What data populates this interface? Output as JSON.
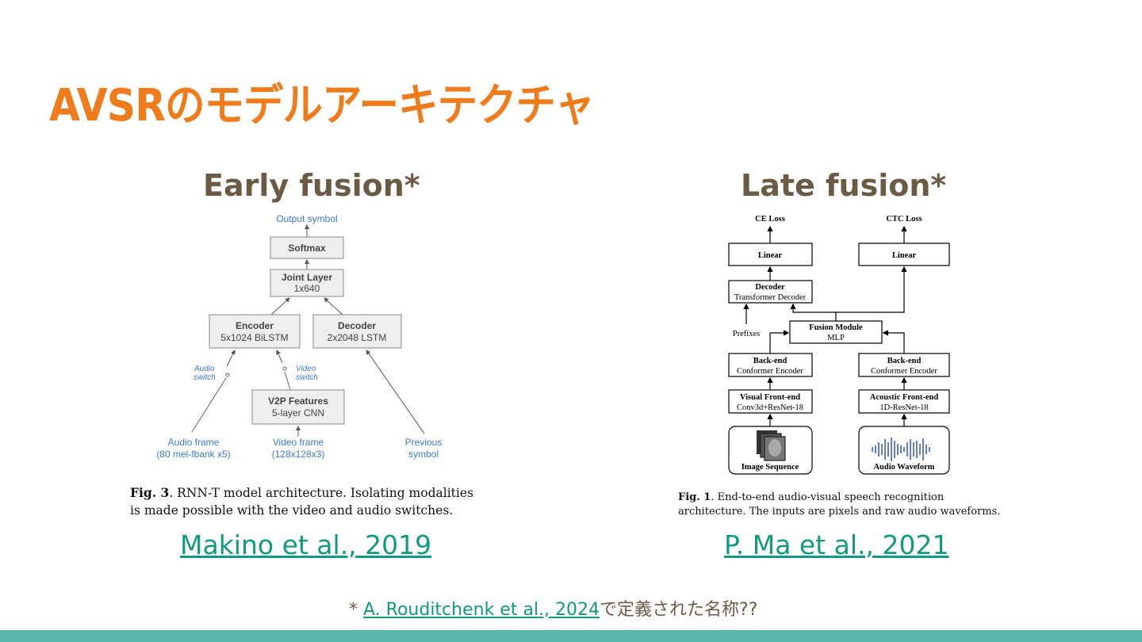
{
  "title": "AVSRのモデルアーキテクチャ",
  "early": {
    "heading": "Early fusion*",
    "diagram": {
      "output": "Output symbol",
      "softmax": "Softmax",
      "joint_title": "Joint Layer",
      "joint_sub": "1x640",
      "encoder_title": "Encoder",
      "encoder_sub": "5x1024 BiLSTM",
      "decoder_title": "Decoder",
      "decoder_sub": "2x2048 LSTM",
      "v2p_title": "V2P Features",
      "v2p_sub": "5-layer CNN",
      "audio_switch_1": "Audio",
      "audio_switch_2": "switch",
      "video_switch_1": "Video",
      "video_switch_2": "switch",
      "audio_frame_1": "Audio frame",
      "audio_frame_2": "(80 mel-fbank x5)",
      "video_frame_1": "Video frame",
      "video_frame_2": "(128x128x3)",
      "prev_1": "Previous",
      "prev_2": "symbol"
    },
    "caption_label": "Fig. 3",
    "caption_text": ".  RNN-T model architecture.  Isolating modalities is made possible with the video and audio switches.",
    "reference": "Makino et al., 2019"
  },
  "late": {
    "heading": "Late fusion*",
    "diagram": {
      "ce_loss": "CE Loss",
      "ctc_loss": "CTC Loss",
      "linear_left": "Linear",
      "linear_right": "Linear",
      "decoder_title": "Decoder",
      "decoder_sub": "Transformer Decoder",
      "prefixes": "Prefixes",
      "fusion_title": "Fusion Module",
      "fusion_sub": "MLP",
      "backend_left_title": "Back-end",
      "backend_left_sub": "Conformer Encoder",
      "backend_right_title": "Back-end",
      "backend_right_sub": "Conformer Encoder",
      "visual_front_title": "Visual Front-end",
      "visual_front_sub": "Conv3d+ResNet-18",
      "acoustic_front_title": "Acoustic Front-end",
      "acoustic_front_sub": "1D-ResNet-18",
      "image_seq": "Image Sequence",
      "audio_wave": "Audio Waveform"
    },
    "caption_label": "Fig. 1",
    "caption_text": ". End-to-end audio-visual speech recognition architecture. The inputs are pixels and raw audio waveforms.",
    "reference": "P. Ma et al., 2021"
  },
  "footnote": {
    "star": "* ",
    "link": "A. Rouditchenk et al., 2024",
    "suffix": "で定義された名称??"
  },
  "colors": {
    "title": "#f07b1a",
    "heading": "#6b5b45",
    "link": "#119a80",
    "bar": "#5cb8aa",
    "diagram_blue": "#3c78d8"
  }
}
